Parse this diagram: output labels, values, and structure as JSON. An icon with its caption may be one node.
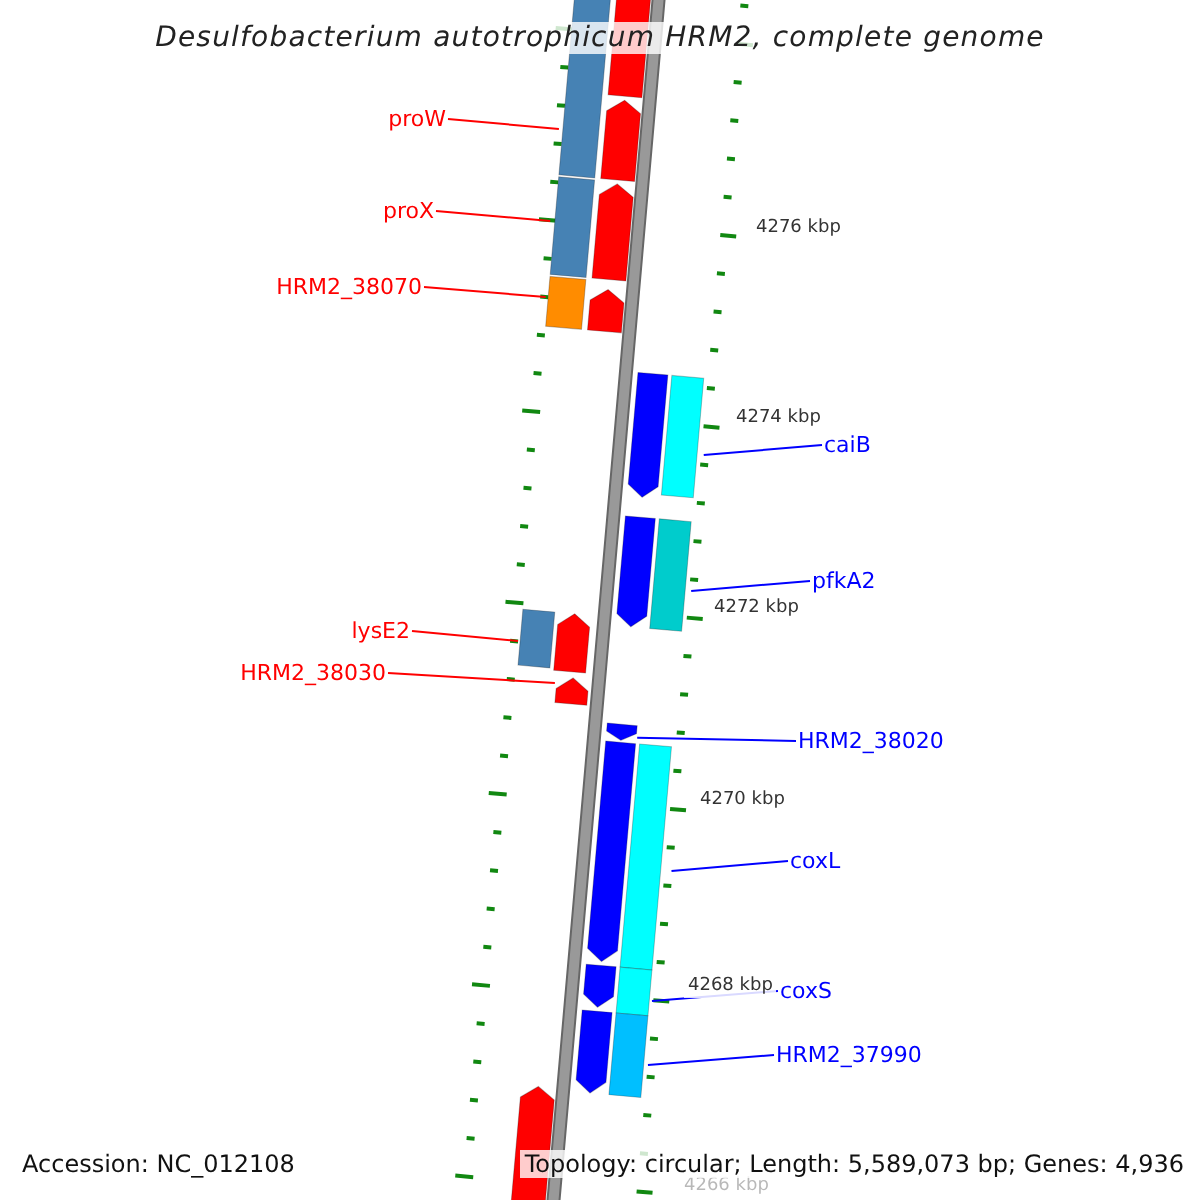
{
  "diagram": {
    "title": "Desulfobacterium autotrophicum HRM2, complete genome",
    "nodes": [
      {
        "text": [
          "proW"
        ]
      },
      {
        "text": [],
        "shape": "bar"
      },
      {
        "text": [
          "proX"
        ]
      },
      {
        "text": [],
        "shape": "bar"
      },
      {
        "text": [
          "HRM2_38070"
        ]
      },
      {
        "text": [],
        "shape": "bar"
      },
      {
        "text": [
          "caiB"
        ]
      },
      {
        "text": [],
        "shape": "bar"
      },
      {
        "text": [
          "pfkA2"
        ]
      },
      {
        "text": [],
        "shape": "bar"
      },
      {
        "text": [
          "lysE2"
        ]
      },
      {
        "text": [],
        "shape": "bar"
      },
      {
        "text": [
          "HRM2_38030"
        ]
      },
      {
        "text": [],
        "shape": "arrow"
      },
      {
        "text": [
          "HRM2_38020"
        ]
      },
      {
        "text": [],
        "shape": "arrow"
      },
      {
        "text": [
          "coxL"
        ]
      },
      {
        "text": [],
        "shape": "bar"
      },
      {
        "text": [
          "coxS"
        ]
      },
      {
        "text": [],
        "shape": "bar"
      },
      {
        "text": [
          "HRM2_37990"
        ]
      },
      {
        "text": [],
        "shape": "bar"
      }
    ],
    "edges": [
      {
        "from": 0,
        "to": 1,
        "arrow": "none",
        "color": "#ff0000"
      },
      {
        "from": 2,
        "to": 3,
        "arrow": "none",
        "color": "#ff0000"
      },
      {
        "from": 4,
        "to": 5,
        "arrow": "none",
        "color": "#ff0000"
      },
      {
        "from": 6,
        "to": 7,
        "arrow": "none"
      },
      {
        "from": 8,
        "to": 9,
        "arrow": "none"
      },
      {
        "from": 10,
        "to": 11,
        "arrow": "none",
        "color": "#ff0000"
      },
      {
        "from": 12,
        "to": 13,
        "arrow": "none",
        "color": "#ff0000"
      },
      {
        "from": 14,
        "to": 15,
        "arrow": "none"
      },
      {
        "from": 16,
        "to": 17,
        "arrow": "none"
      },
      {
        "from": 18,
        "to": 19,
        "arrow": "none"
      },
      {
        "from": 20,
        "to": 21,
        "arrow": "none"
      }
    ],
    "labels": [
      "4276 kbp",
      "4274 kbp",
      "4272 kbp",
      "4270 kbp",
      "4268 kbp",
      "Accession: NC_012108",
      "Topology: circular; Length: 5,589,073 bp; Genes: 4,936",
      "4266 kbp"
    ]
  }
}
